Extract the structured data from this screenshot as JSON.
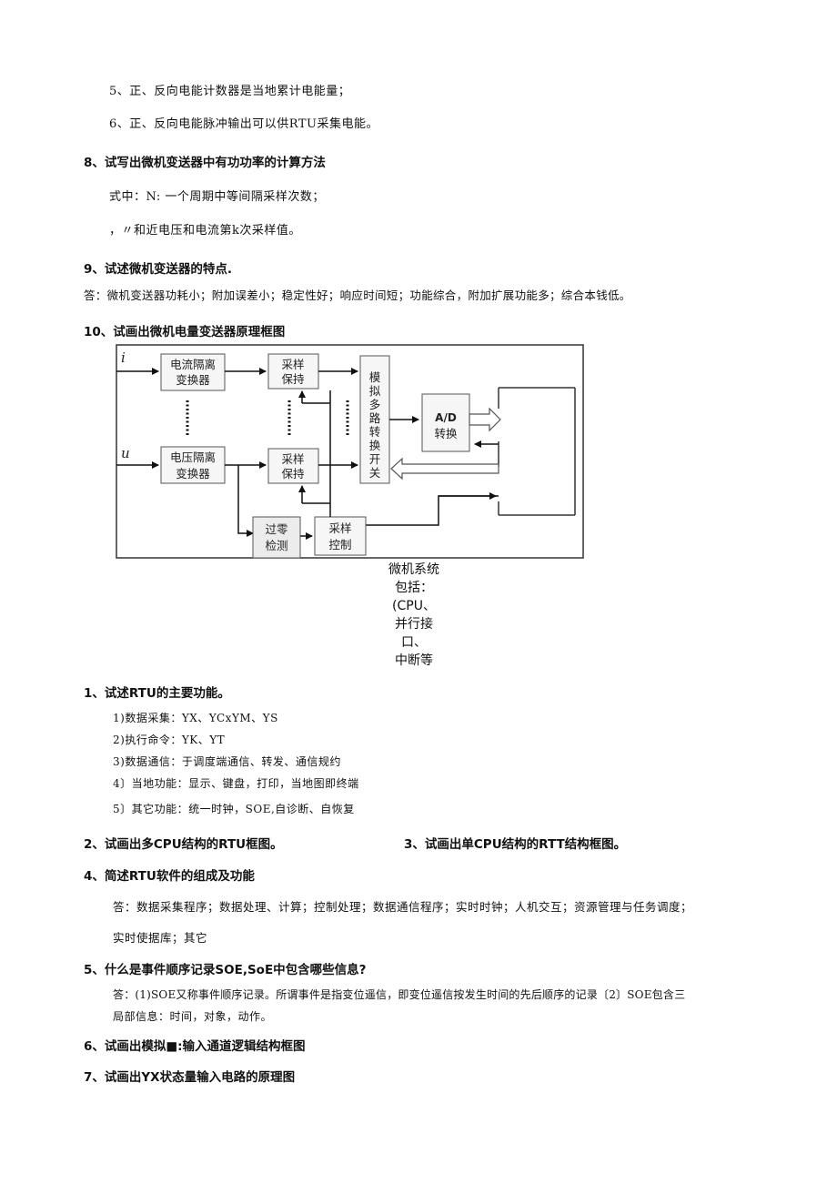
{
  "lines": {
    "l1": "5、正、反向电能计数器是当地累计电能量；",
    "l2": "6、正、反向电能脉冲输出可以供RTU采集电能。",
    "q8": "8、试写出微机变送器中有功功率的计算方法",
    "l3": "式中：N: 一个周期中等间隔采样次数；",
    "l4": "，〃和近电压和电流第k次采样值。",
    "q9": "9、试述微机变送器的特点.",
    "l5": "答：微机变送器功耗小；附加误差小；稳定性好；响应时间短；功能综合，附加扩展功能多；综合本钱低。",
    "q10": "10、试画出微机电量变送器原理框图",
    "caption": [
      "微机系统",
      "包括：",
      "(CPU、",
      "并行接",
      "口、",
      "中断等"
    ],
    "r1": "1、试述RTU的主要功能。",
    "r1a": "1)数据采集：YX、YCxYM、YS",
    "r1b": "2)执行命令：YK、YT",
    "r1c": "3)数据通信：于调度端通信、转发、通信规约",
    "r1d": "4〕当地功能：显示、键盘，打印，当地图即终端",
    "r1e": "5〕其它功能：统一时钟，SOE,自诊断、自恢复",
    "r2": "2、试画出多CPU结构的RTU框图。",
    "r3": "3、试画出单CPU结构的RTT结构框图。",
    "r4": "4、简述RTU软件的组成及功能",
    "r4a": "答：数据采集程序；数据处理、计算；控制处理；数据通信程序；实时时钟；人机交互；资源管理与任务调度；",
    "r4b": "实时使据库；其它",
    "r5": "5、什么是事件顺序记录SOE,SoE中包含哪些信息?",
    "r5a": "答：(1)SOE又称事件顺序记录。所谓事件是指变位遥信，即变位遥信按发生时间的先后顺序的记录〔2〕SOE包含三",
    "r5b": "局部信息：时间，对象，动作。",
    "r6": "6、试画出模拟■:输入通道逻辑结构框图",
    "r7": "7、试画出YX状态量输入电路的原理图"
  },
  "diagram": {
    "input_i": "i",
    "input_u": "u",
    "cur_iso": [
      "电流隔离",
      "变换器"
    ],
    "vol_iso": [
      "电压隔离",
      "变换器"
    ],
    "sh1": [
      "采样",
      "保持"
    ],
    "sh2": [
      "采样",
      "保持"
    ],
    "mux": [
      "模",
      "拟",
      "多",
      "路",
      "转",
      "换",
      "开",
      "关"
    ],
    "ad": [
      "A/D",
      "转换"
    ],
    "zero": [
      "过零",
      "检测"
    ],
    "ctrl": [
      "采样",
      "控制"
    ]
  }
}
